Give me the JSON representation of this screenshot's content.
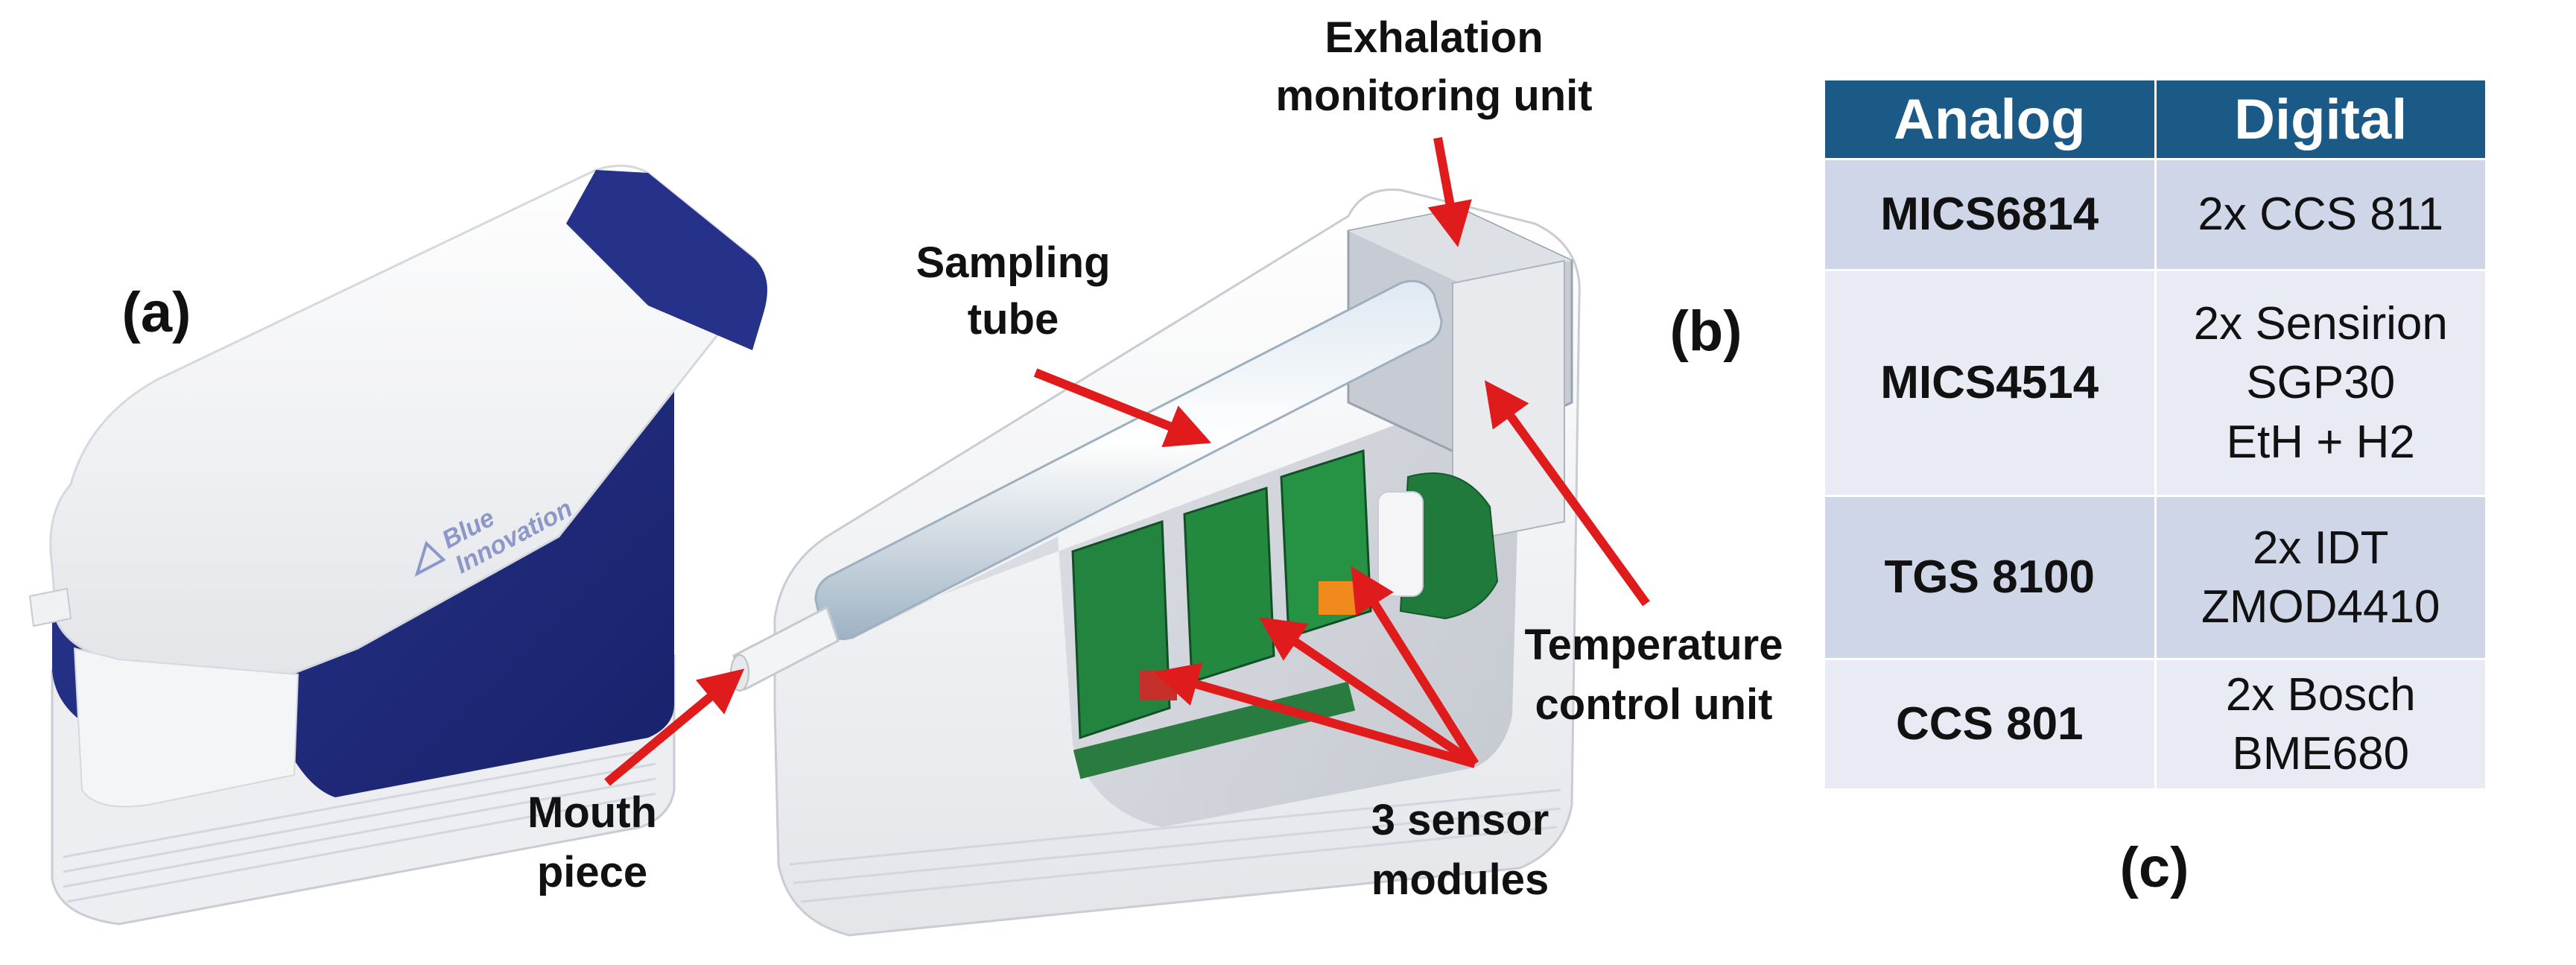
{
  "panels": {
    "a": "(a)",
    "b": "(b)",
    "c": "(c)"
  },
  "device_a": {
    "logo_text_line1": "Blue",
    "logo_text_line2": "Innovation"
  },
  "annotations": {
    "exhalation_line1": "Exhalation",
    "exhalation_line2": "monitoring unit",
    "sampling_line1": "Sampling",
    "sampling_line2": "tube",
    "temperature_line1": "Temperature",
    "temperature_line2": "control unit",
    "mouth_line1": "Mouth",
    "mouth_line2": "piece",
    "sensor_line1": "3 sensor",
    "sensor_line2": "modules"
  },
  "table": {
    "headers": [
      "Analog",
      "Digital"
    ],
    "rows": [
      {
        "analog": "MICS6814",
        "digital": [
          "2x CCS 811"
        ]
      },
      {
        "analog": "MICS4514",
        "digital": [
          "2x Sensirion",
          "SGP30",
          "EtH + H2"
        ]
      },
      {
        "analog": "TGS 8100",
        "digital": [
          "2x IDT",
          "ZMOD4410"
        ]
      },
      {
        "analog": "CCS 801",
        "digital": [
          "2x Bosch",
          "BME680"
        ]
      }
    ]
  },
  "colors": {
    "device_blue": "#1e2a7c",
    "device_white": "#f1f2f4",
    "arrow_red": "#e01b1b",
    "table_header": "#1b5986",
    "table_row_dark": "#cfd6e8",
    "table_row_light": "#e8ebf4",
    "pcb_green": "#1f7a3c"
  }
}
